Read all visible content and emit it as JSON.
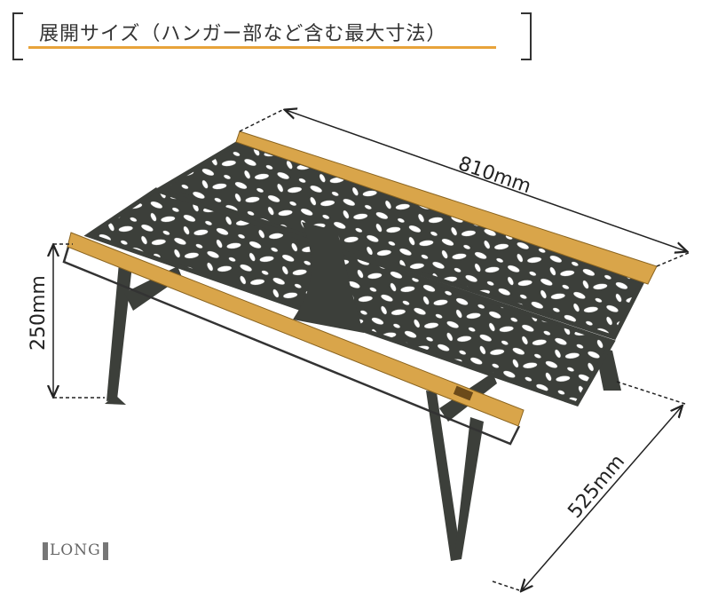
{
  "header": {
    "title": "展開サイズ（ハンガー部など含む最大寸法）",
    "accent_color": "#e8a33a"
  },
  "dimensions": {
    "width": "810mm",
    "height": "250mm",
    "depth": "525mm"
  },
  "variant_label": "LONG",
  "colors": {
    "wood": "#d9a54a",
    "metal": "#3c3f3a",
    "line": "#222222"
  }
}
